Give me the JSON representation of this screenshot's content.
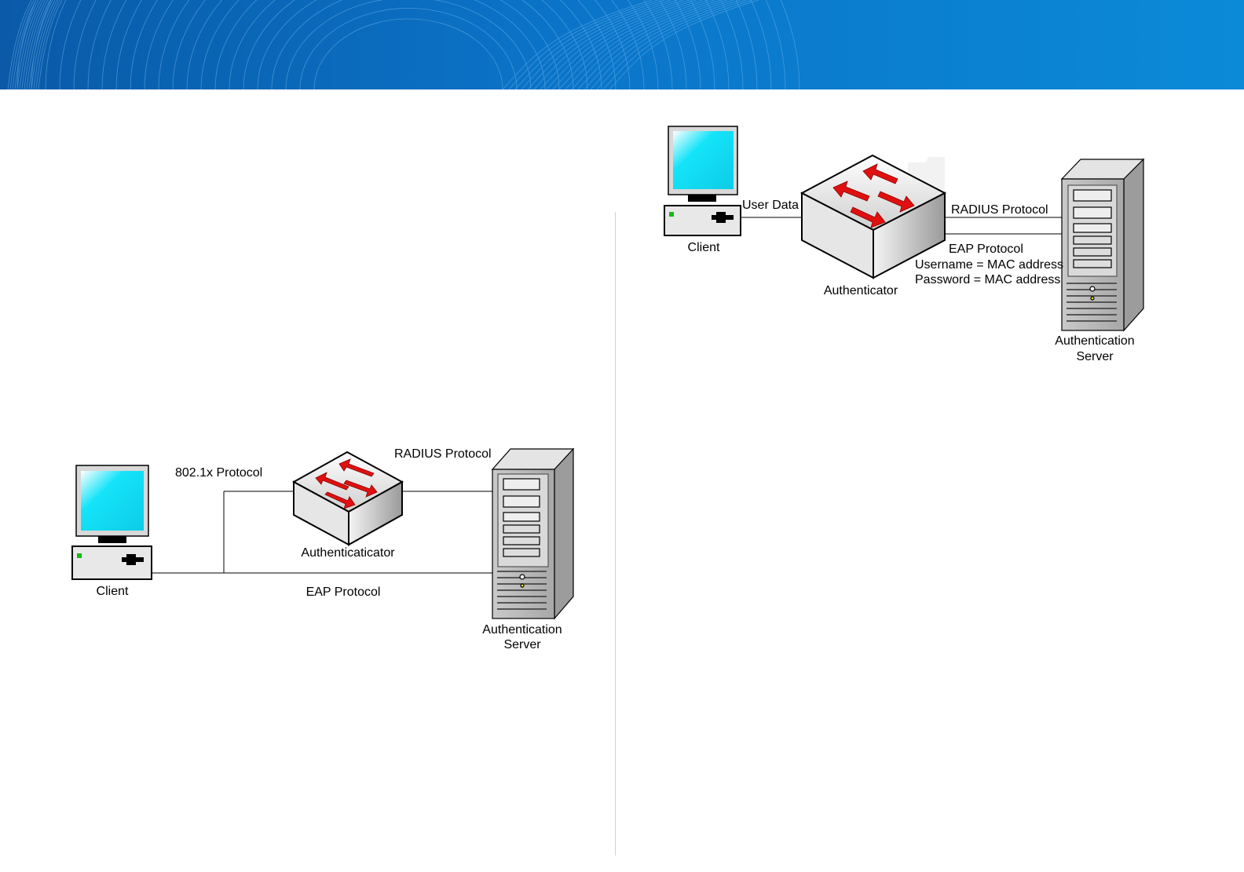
{
  "colors": {
    "banner_dark": "#0a5fb0",
    "banner_light": "#0b8ad8",
    "screen": "#14e4f8",
    "arrow_red": "#e01010",
    "led_green": "#18b818",
    "led_yellow": "#e8e010"
  },
  "diagram_left": {
    "client_label": "Client",
    "switch_label": "Authenticaticator",
    "server_label_line1": "Authentication",
    "server_label_line2": "Server",
    "protocol_8021x": "802.1x Protocol",
    "protocol_radius": "RADIUS Protocol",
    "protocol_eap": "EAP Protocol"
  },
  "diagram_right": {
    "client_label": "Client",
    "switch_label": "Authenticator",
    "server_label_line1": "Authentication",
    "server_label_line2": "Server",
    "user_data": "User Data",
    "protocol_radius": "RADIUS Protocol",
    "protocol_eap": "EAP Protocol",
    "username_note": "Username = MAC address",
    "password_note": "Password = MAC address"
  }
}
